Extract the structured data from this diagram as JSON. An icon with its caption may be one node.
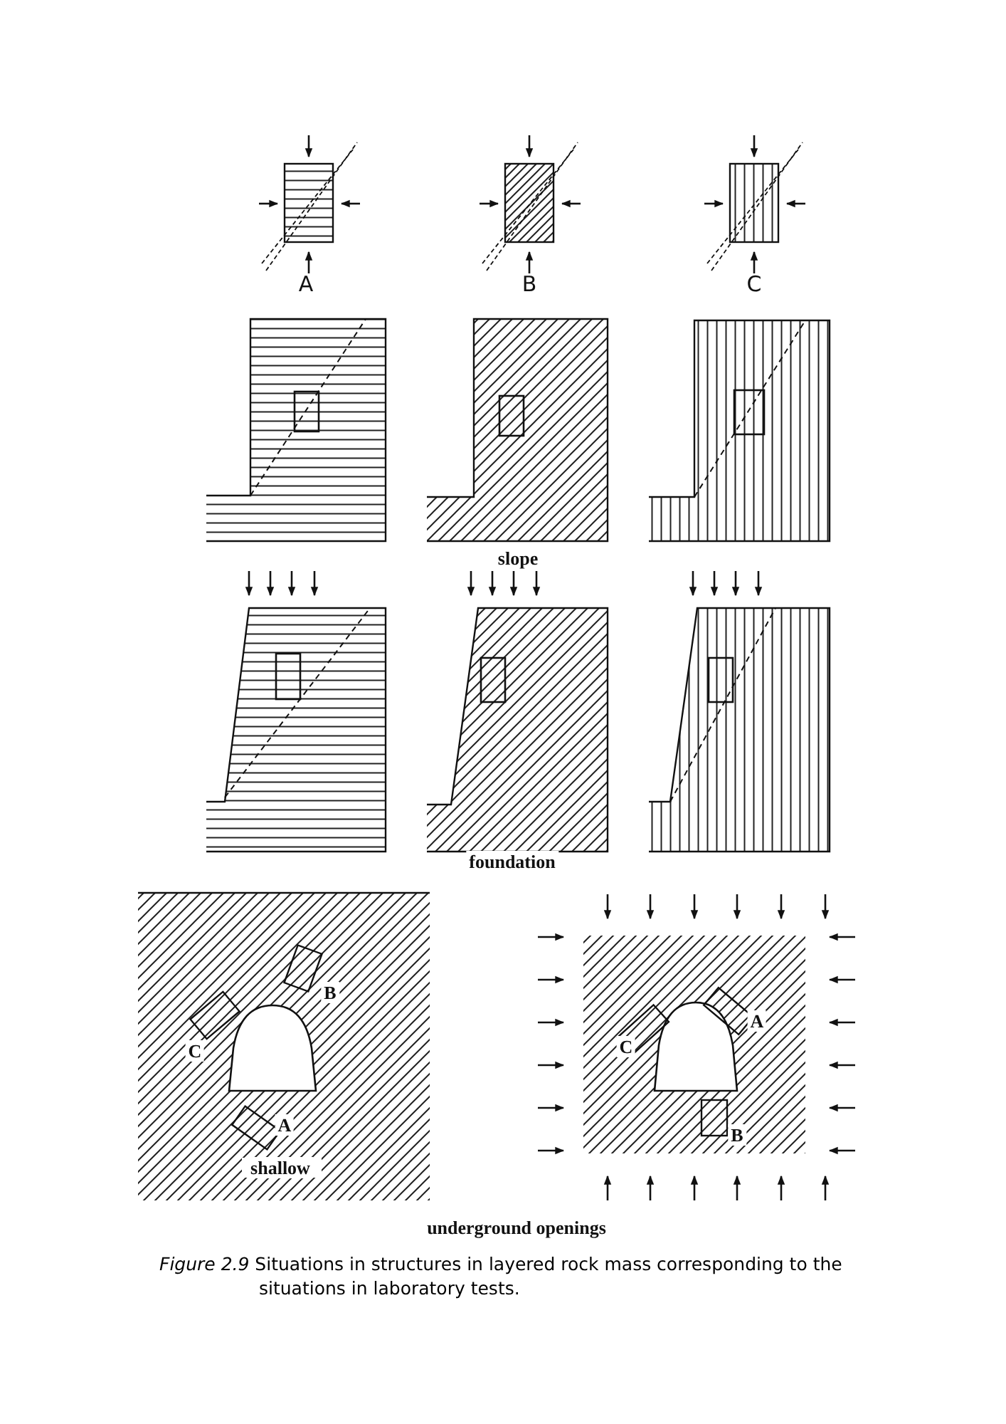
{
  "diagram": {
    "caption": "*Figure 2.9* Situations in structures in layered rock mass corresponding to the situations in laboratory tests.",
    "labels": [
      "A",
      "B",
      "C",
      "slope",
      "foundation",
      "B",
      "C",
      "A",
      "shallow",
      "C",
      "A",
      "B",
      "underground openings"
    ]
  }
}
